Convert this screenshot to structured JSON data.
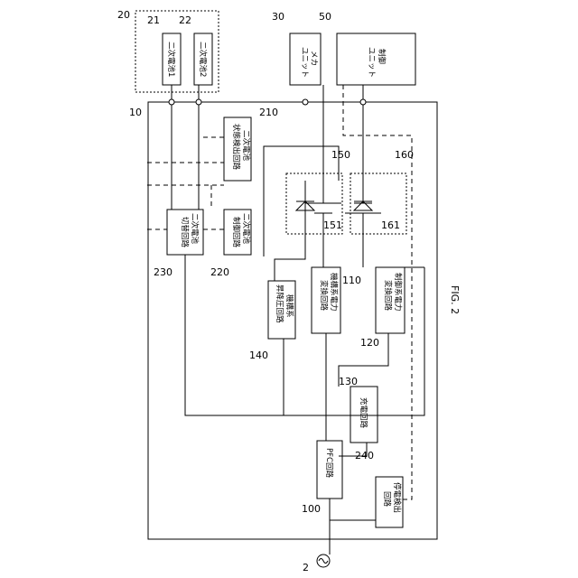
{
  "figure": {
    "caption": "FIG. 2"
  },
  "refs": {
    "n2": "2",
    "n10": "10",
    "n20": "20",
    "n21": "21",
    "n22": "22",
    "n30": "30",
    "n50": "50",
    "n100": "100",
    "n110": "110",
    "n120": "120",
    "n130": "130",
    "n140": "140",
    "n150": "150",
    "n151": "151",
    "n160": "160",
    "n161": "161",
    "n210": "210",
    "n220": "220",
    "n230": "230",
    "n240": "240"
  },
  "blocks": {
    "battery1": "二次電池1",
    "battery2": "二次電池2",
    "mecha_unit": [
      "メカ",
      "ユニット"
    ],
    "control_unit": [
      "制御",
      "ユニット"
    ],
    "state_detect": [
      "二次電池",
      "状態検出回路"
    ],
    "batt_control": [
      "二次電池",
      "制御回路"
    ],
    "batt_switch": [
      "二次電池",
      "切替回路"
    ],
    "step_down": [
      "機構系",
      "昇降圧回路"
    ],
    "mech_power": [
      "機構系電力",
      "変換回路"
    ],
    "ctrl_power": [
      "制御系電力",
      "変換回路"
    ],
    "charge": "充電回路",
    "pfc": "PFC回路",
    "outage_detect": [
      "停電検出",
      "回路"
    ]
  }
}
